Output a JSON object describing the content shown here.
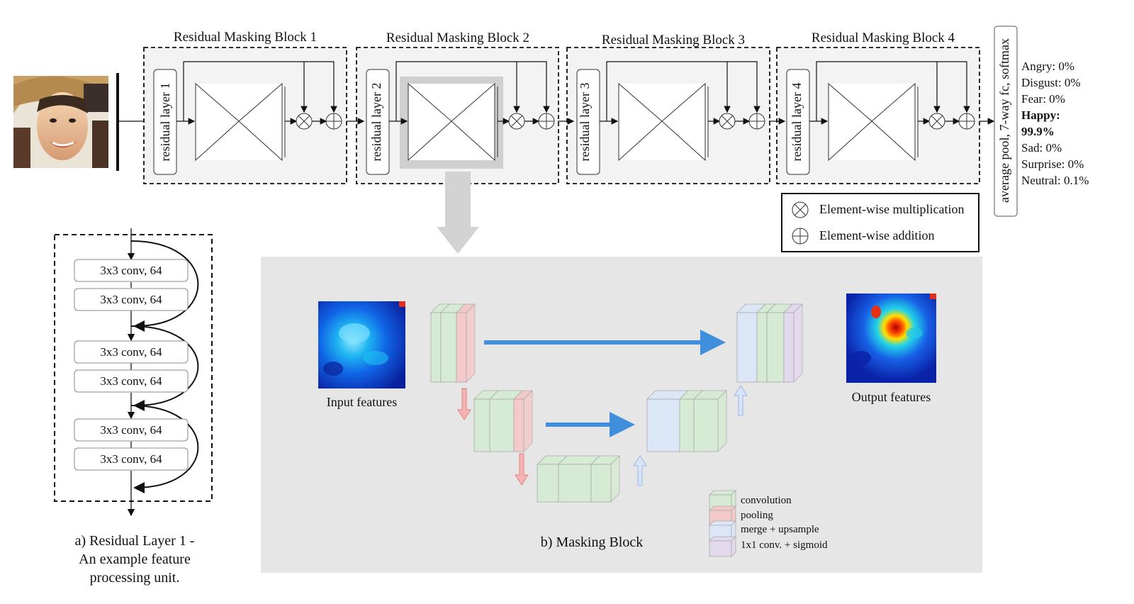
{
  "blocks": [
    {
      "title": "Residual Masking Block 1",
      "residual": "residual layer 1"
    },
    {
      "title": "Residual Masking Block 2",
      "residual": "residual layer 2"
    },
    {
      "title": "Residual Masking Block 3",
      "residual": "residual layer 3"
    },
    {
      "title": "Residual Masking Block 4",
      "residual": "residual layer 4"
    }
  ],
  "head_label": "average pool, 7-way fc, softmax",
  "probabilities": [
    {
      "label": "Angry: 0%",
      "bold": false
    },
    {
      "label": "Disgust: 0%",
      "bold": false
    },
    {
      "label": "Fear: 0%",
      "bold": false
    },
    {
      "label": "Happy:",
      "bold": true
    },
    {
      "label": "99.9%",
      "bold": true
    },
    {
      "label": "Sad: 0%",
      "bold": false
    },
    {
      "label": "Surprise: 0%",
      "bold": false
    },
    {
      "label": "Neutral: 0.1%",
      "bold": false
    }
  ],
  "ops_legend": {
    "mult": "Element-wise multiplication",
    "add": "Element-wise addition"
  },
  "residual_layer": {
    "conv_labels": [
      "3x3 conv, 64",
      "3x3 conv, 64",
      "3x3 conv, 64",
      "3x3 conv, 64",
      "3x3 conv, 64",
      "3x3 conv, 64"
    ],
    "caption_lines": [
      "a) Residual Layer 1 -",
      "An example feature",
      "processing unit."
    ]
  },
  "masking_block": {
    "input_label": "Input  features",
    "output_label": "Output features",
    "caption": "b) Masking Block",
    "legend": [
      {
        "label": "convolution",
        "color": "#d6ebd3"
      },
      {
        "label": "pooling",
        "color": "#f4c9c9"
      },
      {
        "label": "merge + upsample",
        "color": "#dbe6f6"
      },
      {
        "label": "1x1 conv. + sigmoid",
        "color": "#e3d9ec"
      }
    ]
  },
  "colors": {
    "panel_bg": "#e6e6e6",
    "block_bg": "#f3f3f3",
    "arrow_blue": "#3f8fdc",
    "down_arrow": "#f0a3a3",
    "up_arrow": "#b9cff0"
  }
}
